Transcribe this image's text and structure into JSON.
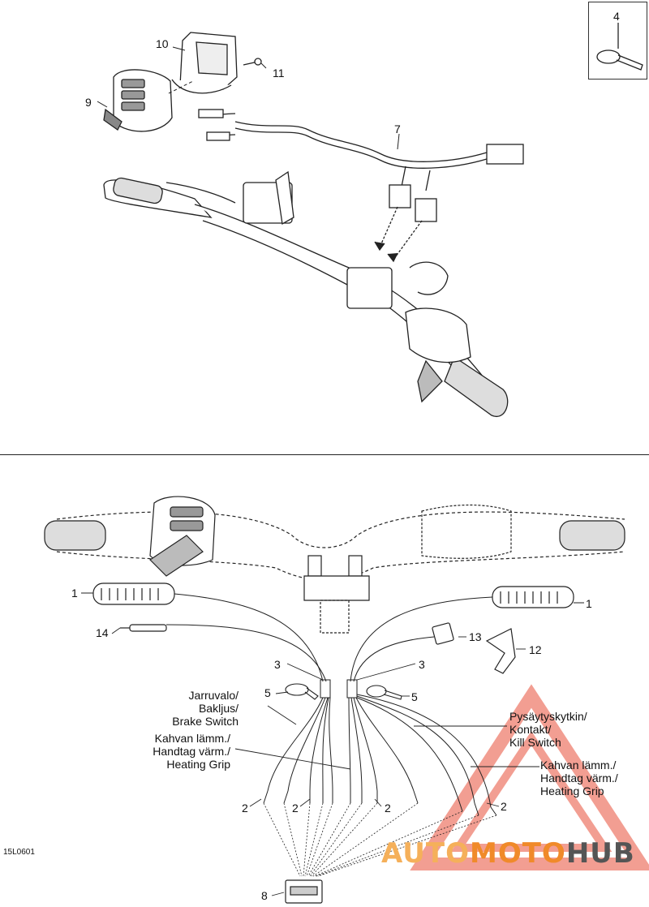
{
  "diagram_code": "15L0601",
  "watermark": {
    "part1": "AUTO",
    "part2": "MOTO",
    "part3": "HUB"
  },
  "callouts": {
    "c1a": "1",
    "c1b": "1",
    "c2a": "2",
    "c2b": "2",
    "c2c": "2",
    "c2d": "2",
    "c3a": "3",
    "c3b": "3",
    "c4": "4",
    "c5a": "5",
    "c5b": "5",
    "c7": "7",
    "c8": "8",
    "c9": "9",
    "c10": "10",
    "c11": "11",
    "c12": "12",
    "c13": "13",
    "c14": "14"
  },
  "labels": {
    "brake_switch": [
      "Jarruvalo/",
      "Bakljus/",
      "Brake Switch"
    ],
    "heating_grip_left": [
      "Kahvan lämm./",
      "Handtag värm./",
      "Heating Grip"
    ],
    "kill_switch": [
      "Pysäytyskytkin/",
      "Kontakt/",
      "Kill Switch"
    ],
    "heating_grip_right": [
      "Kahvan lämm./",
      "Handtag värm./",
      "Heating Grip"
    ]
  },
  "colors": {
    "watermark_red": "#e8503a",
    "watermark_orange": "#f08a2a",
    "line": "#222222"
  }
}
